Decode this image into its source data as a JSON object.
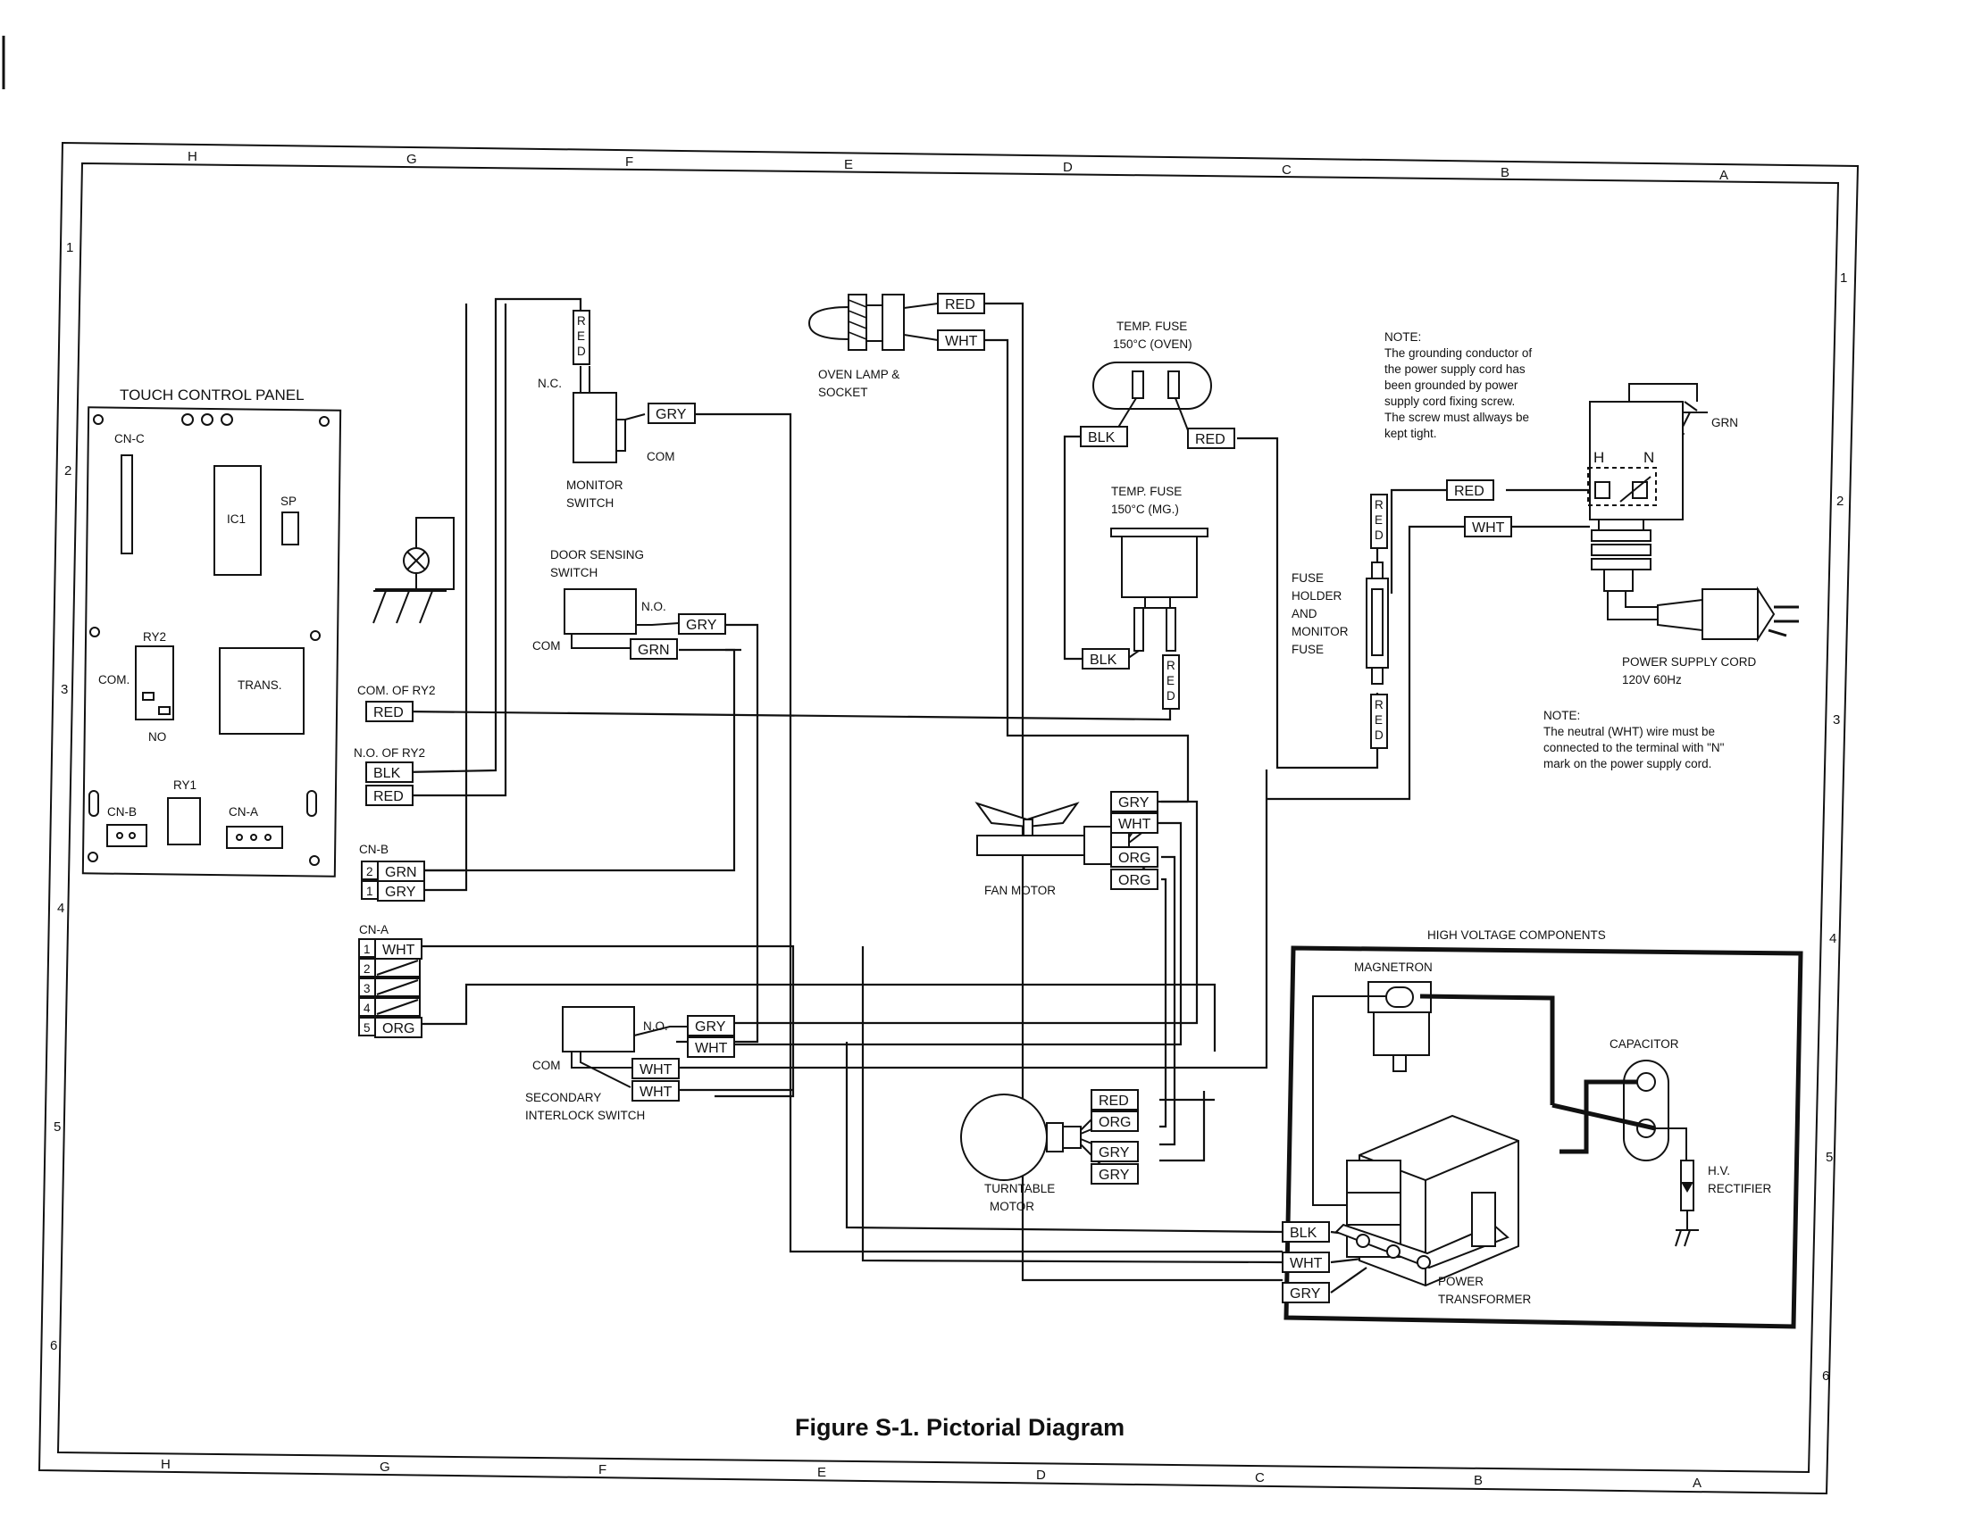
{
  "zones": {
    "columns": [
      "H",
      "G",
      "F",
      "E",
      "D",
      "C",
      "B",
      "A"
    ],
    "rows": [
      "1",
      "2",
      "3",
      "4",
      "5",
      "6"
    ]
  },
  "touch_panel": {
    "title": "TOUCH CONTROL PANEL",
    "cn_c": "CN-C",
    "ic1": "IC1",
    "sp": "SP",
    "ry2": "RY2",
    "com": "COM.",
    "no": "NO",
    "trans": "TRANS.",
    "ry1": "RY1",
    "cn_b": "CN-B",
    "cn_a": "CN-A"
  },
  "connectors": {
    "com_of_ry2": "COM. OF RY2",
    "no_of_ry2": "N.O. OF RY2",
    "cn_b_title": "CN-B",
    "cn_b_pins": [
      "2",
      "1"
    ],
    "cn_a_title": "CN-A",
    "cn_a_pins": [
      "1",
      "2",
      "3",
      "4",
      "5"
    ]
  },
  "monitor_switch": {
    "nc": "N.C.",
    "com": "COM",
    "name_line1": "MONITOR",
    "name_line2": "SWITCH"
  },
  "door_switch": {
    "name_line1": "DOOR SENSING",
    "name_line2": "SWITCH",
    "no": "N.O.",
    "com": "COM"
  },
  "secondary_switch": {
    "no": "N.O.",
    "com": "COM",
    "name_line1": "SECONDARY",
    "name_line2": "INTERLOCK SWITCH"
  },
  "oven_lamp": {
    "line1": "OVEN LAMP &",
    "line2": "SOCKET"
  },
  "temp_fuse_oven": {
    "line1": "TEMP. FUSE",
    "line2": "150°C (OVEN)"
  },
  "temp_fuse_mg": {
    "line1": "TEMP. FUSE",
    "line2": "150°C (MG.)"
  },
  "fuse_holder": {
    "lines": [
      "FUSE",
      "HOLDER",
      "AND",
      "MONITOR",
      "FUSE"
    ]
  },
  "fan_motor": "FAN MOTOR",
  "turntable_motor": {
    "line1": "TURNTABLE",
    "line2": "MOTOR"
  },
  "grounding_note": {
    "lines": [
      "NOTE:",
      "The grounding conductor of",
      "the power supply cord has",
      "been grounded by power",
      "supply cord fixing screw.",
      "The screw must allways be",
      "kept tight."
    ]
  },
  "plug": {
    "h": "H",
    "n": "N",
    "grn": "GRN"
  },
  "power_cord": {
    "line1": "POWER SUPPLY CORD",
    "line2": "120V 60Hz"
  },
  "neutral_note": {
    "lines": [
      "NOTE:",
      "The neutral (WHT) wire must be",
      "connected to the terminal with \"N\"",
      "mark on the power supply cord."
    ]
  },
  "hv": {
    "title": "HIGH VOLTAGE COMPONENTS",
    "magnetron": "MAGNETRON",
    "capacitor": "CAPACITOR",
    "rectifier_line1": "H.V.",
    "rectifier_line2": "RECTIFIER",
    "transformer_line1": "POWER",
    "transformer_line2": "TRANSFORMER"
  },
  "caption": "Figure S-1. Pictorial Diagram",
  "wire_tags": [
    {
      "id": "com-ry2",
      "label": "RED"
    },
    {
      "id": "no-ry2-blk",
      "label": "BLK"
    },
    {
      "id": "no-ry2-red",
      "label": "RED"
    },
    {
      "id": "cnb-2",
      "label": "GRN"
    },
    {
      "id": "cnb-1",
      "label": "GRY"
    },
    {
      "id": "cna-1",
      "label": "WHT"
    },
    {
      "id": "cna-5",
      "label": "ORG"
    },
    {
      "id": "monitor-gry",
      "label": "GRY"
    },
    {
      "id": "door-gry",
      "label": "GRY"
    },
    {
      "id": "door-grn",
      "label": "GRN"
    },
    {
      "id": "sec-gry",
      "label": "GRY"
    },
    {
      "id": "sec-wht1",
      "label": "WHT"
    },
    {
      "id": "sec-wht2",
      "label": "WHT"
    },
    {
      "id": "sec-wht3",
      "label": "WHT"
    },
    {
      "id": "lamp-red",
      "label": "RED"
    },
    {
      "id": "lamp-wht",
      "label": "WHT"
    },
    {
      "id": "tfo-blk",
      "label": "BLK"
    },
    {
      "id": "tfo-red",
      "label": "RED"
    },
    {
      "id": "tfm-blk",
      "label": "BLK"
    },
    {
      "id": "plug-red",
      "label": "RED"
    },
    {
      "id": "plug-wht",
      "label": "WHT"
    },
    {
      "id": "fan-gry",
      "label": "GRY"
    },
    {
      "id": "fan-wht",
      "label": "WHT"
    },
    {
      "id": "fan-org1",
      "label": "ORG"
    },
    {
      "id": "fan-org2",
      "label": "ORG"
    },
    {
      "id": "tt-red",
      "label": "RED"
    },
    {
      "id": "tt-org",
      "label": "ORG"
    },
    {
      "id": "tt-gry1",
      "label": "GRY"
    },
    {
      "id": "tt-gry2",
      "label": "GRY"
    },
    {
      "id": "xf-blk",
      "label": "BLK"
    },
    {
      "id": "xf-wht",
      "label": "WHT"
    },
    {
      "id": "xf-gry",
      "label": "GRY"
    }
  ],
  "vertical_tags": [
    {
      "id": "monitor-red",
      "label": "RED"
    },
    {
      "id": "tfm-red",
      "label": "RED"
    },
    {
      "id": "fuse-red-top",
      "label": "RED"
    },
    {
      "id": "fuse-red-bot",
      "label": "RED"
    }
  ]
}
